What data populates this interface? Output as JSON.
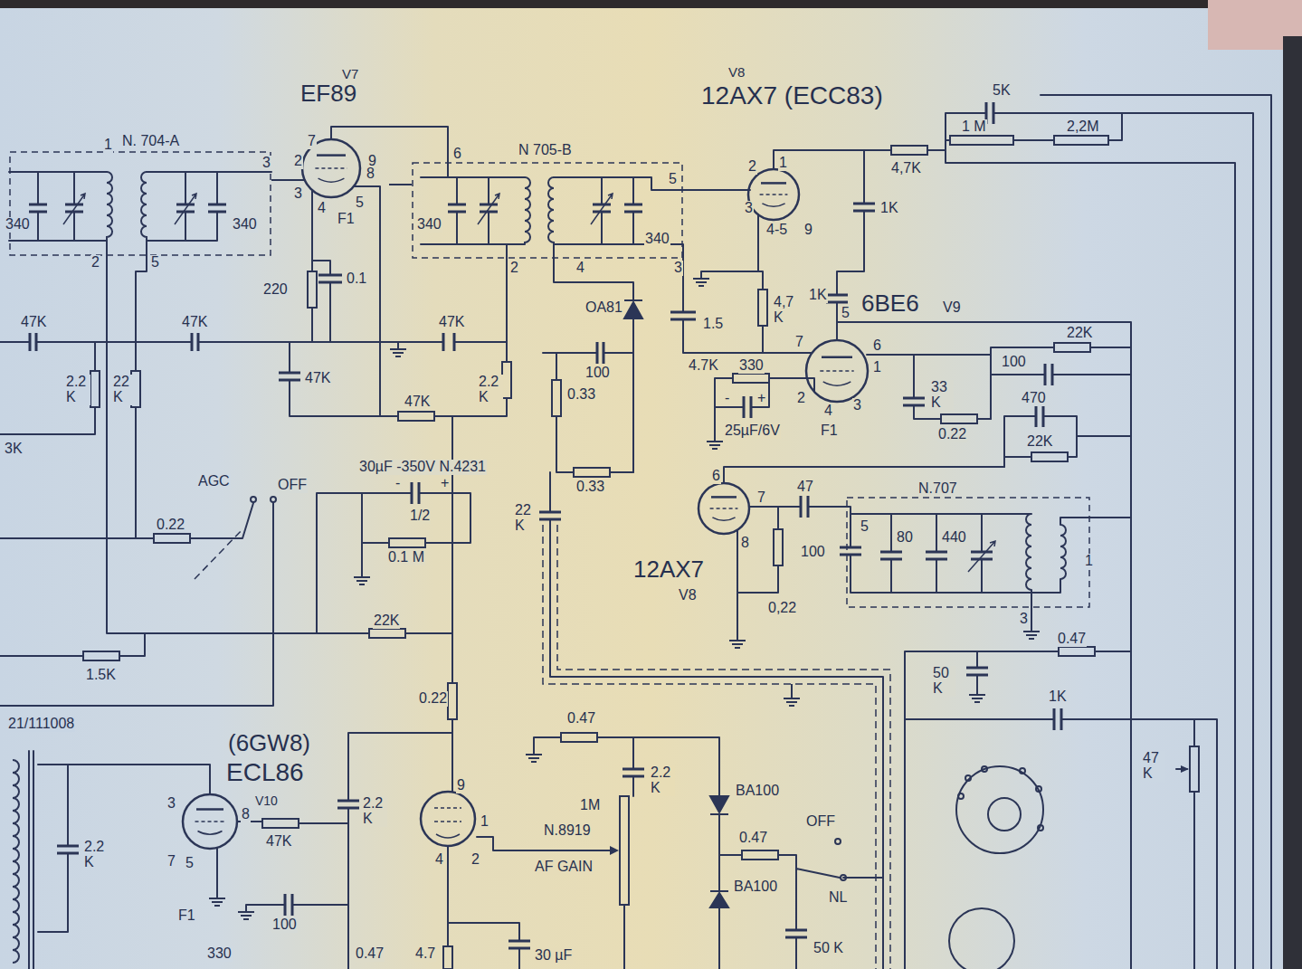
{
  "diagram": {
    "nodes": [
      {
        "text": [
          "N. 704-A"
        ]
      },
      {
        "text": [
          "V7",
          "EF89"
        ]
      },
      {
        "text": [
          "N 705-B"
        ]
      },
      {
        "text": [
          "V8",
          "12AX7 (ECC83)"
        ]
      },
      {
        "text": [
          "6BE6",
          "V9"
        ]
      },
      {
        "text": [
          "12AX7",
          "V8"
        ]
      },
      {
        "text": [
          "N.707"
        ]
      },
      {
        "text": [
          "(6GW8)",
          "ECL86",
          "V10"
        ]
      }
    ],
    "edges": [
      {
        "from": 0,
        "to": 1,
        "arrow": "none"
      },
      {
        "from": 1,
        "to": 2,
        "arrow": "none"
      },
      {
        "from": 2,
        "to": 3,
        "arrow": "none"
      }
    ],
    "labels": [
      "1",
      "3",
      "2",
      "5",
      "340",
      "340",
      "7",
      "2",
      "9",
      "3",
      "8",
      "4",
      "5",
      "F1",
      "6",
      "5",
      "2",
      "4",
      "3",
      "340",
      "340",
      "220",
      "0.1",
      "47K",
      "47K",
      "47K",
      "2.2 K",
      "22 K",
      "47K",
      "2.2 K",
      "47K",
      "3K",
      "AGC",
      "OFF",
      "0.22",
      "22K",
      "1.5K",
      "0.22",
      "21/111008",
      "OA81",
      "1.5",
      "100",
      "0.33",
      "0.33",
      "30µF -350V N.4231",
      "-",
      "+",
      "1/2",
      "0.1 M",
      "22 K",
      "4,7 K",
      "1K",
      "7",
      "5",
      "6",
      "1",
      "2",
      "4",
      "3",
      "4.7K",
      "330",
      "-",
      "+",
      "25µF/6V",
      "F1",
      "33 K",
      "0.22",
      "22K",
      "100",
      "470",
      "22K",
      "6",
      "7",
      "8",
      "47",
      "100",
      "0,22",
      "5",
      "80",
      "440",
      "1",
      "3",
      "0.47",
      "50 K",
      "1K",
      "47 K",
      "2.2 K",
      "47K",
      "2.2 K",
      "100",
      "330",
      "0.47",
      "4.7",
      "30 µF",
      "3",
      "8",
      "7",
      "5",
      "F1",
      "9",
      "1",
      "2",
      "4",
      "0.47",
      "1M",
      "N.8919",
      "AF GAIN",
      "2.2 K",
      "BA100",
      "OFF",
      "0.47",
      "BA100",
      "NL",
      "50 K",
      "5K",
      "1 M",
      "2,2M",
      "4,7K",
      "1K",
      "1",
      "2",
      "3",
      "4-5",
      "9"
    ]
  }
}
